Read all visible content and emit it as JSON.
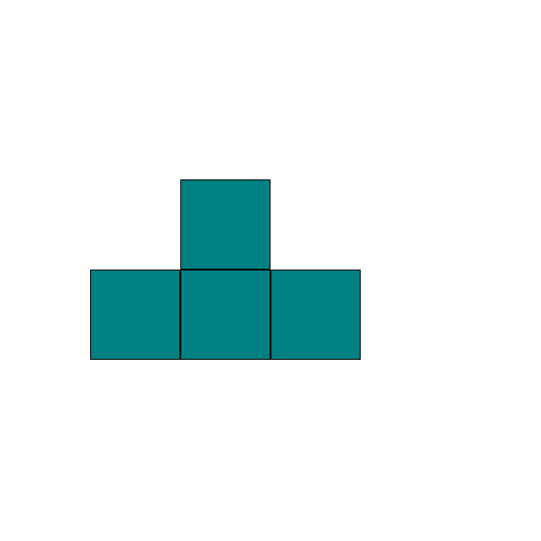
{
  "piece": {
    "shape": "T",
    "fill_color": "#008080",
    "outline_color": "#000000",
    "cells": [
      {
        "name": "top"
      },
      {
        "name": "left"
      },
      {
        "name": "center"
      },
      {
        "name": "right"
      }
    ]
  },
  "board": {
    "background_color": "#ffffff"
  }
}
